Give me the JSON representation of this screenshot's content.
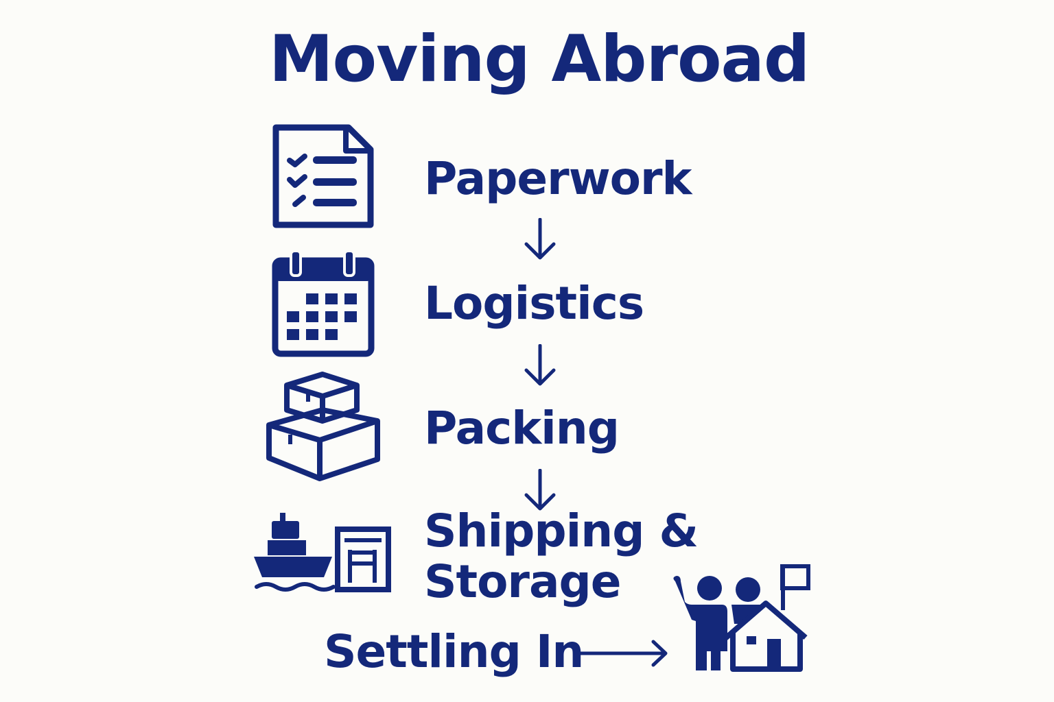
{
  "title": "Moving Abroad",
  "colors": {
    "primary": "#14287a",
    "background": "#fcfcf9"
  },
  "steps": [
    {
      "label": "Paperwork",
      "icon": "checklist-document-icon"
    },
    {
      "label": "Logistics",
      "icon": "calendar-icon"
    },
    {
      "label": "Packing",
      "icon": "stacked-boxes-icon"
    },
    {
      "label_line1": "Shipping &",
      "label_line2": "Storage",
      "icon": "cargo-ship-warehouse-icon"
    },
    {
      "label": "Settling In",
      "icon": "family-home-flag-icon"
    }
  ],
  "connectors": [
    "down-arrow",
    "down-arrow",
    "down-arrow",
    "right-arrow"
  ]
}
